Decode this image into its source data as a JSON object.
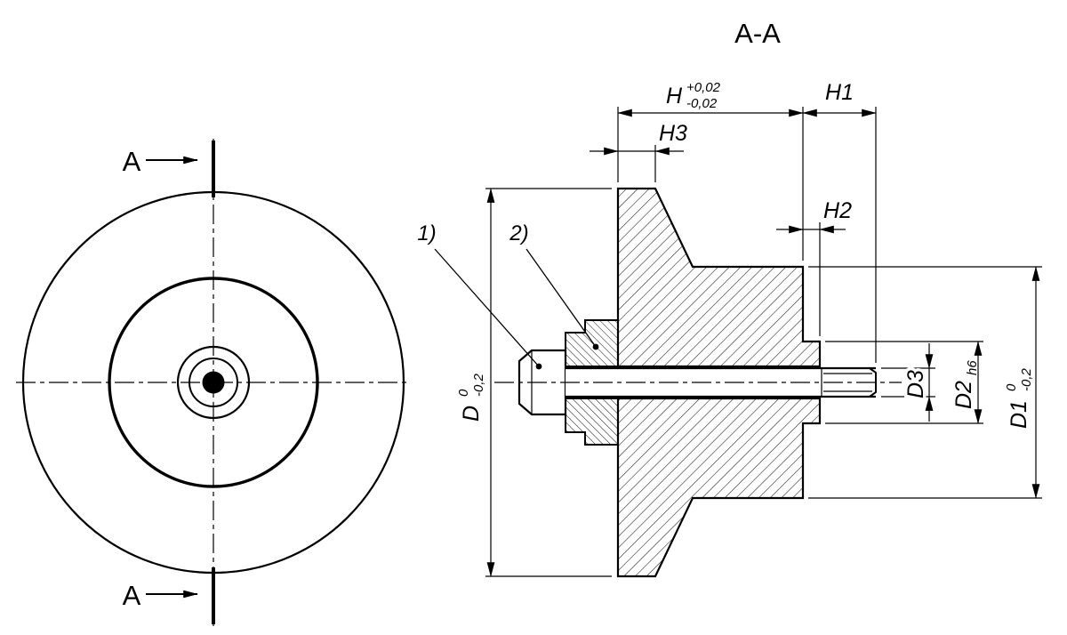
{
  "drawing": {
    "section_title": "A-A",
    "section_arrow_label": "A"
  },
  "dimensions": {
    "h": {
      "base": "H",
      "tol_upper": "+0,02",
      "tol_lower": "-0,02"
    },
    "h1": {
      "base": "H1"
    },
    "h2": {
      "base": "H2"
    },
    "h3": {
      "base": "H3"
    },
    "d": {
      "base": "D",
      "tol_upper": "0",
      "tol_lower": "-0,2"
    },
    "d1": {
      "base": "D1",
      "tol_upper": "0",
      "tol_lower": "-0,2"
    },
    "d2": {
      "base": "D2",
      "fit": "h6"
    },
    "d3": {
      "base": "D3"
    }
  },
  "callouts": {
    "item1": "1)",
    "item2": "2)"
  },
  "colors": {
    "part_fill": "#dcdcdc",
    "line": "#000000",
    "background": "#ffffff"
  }
}
